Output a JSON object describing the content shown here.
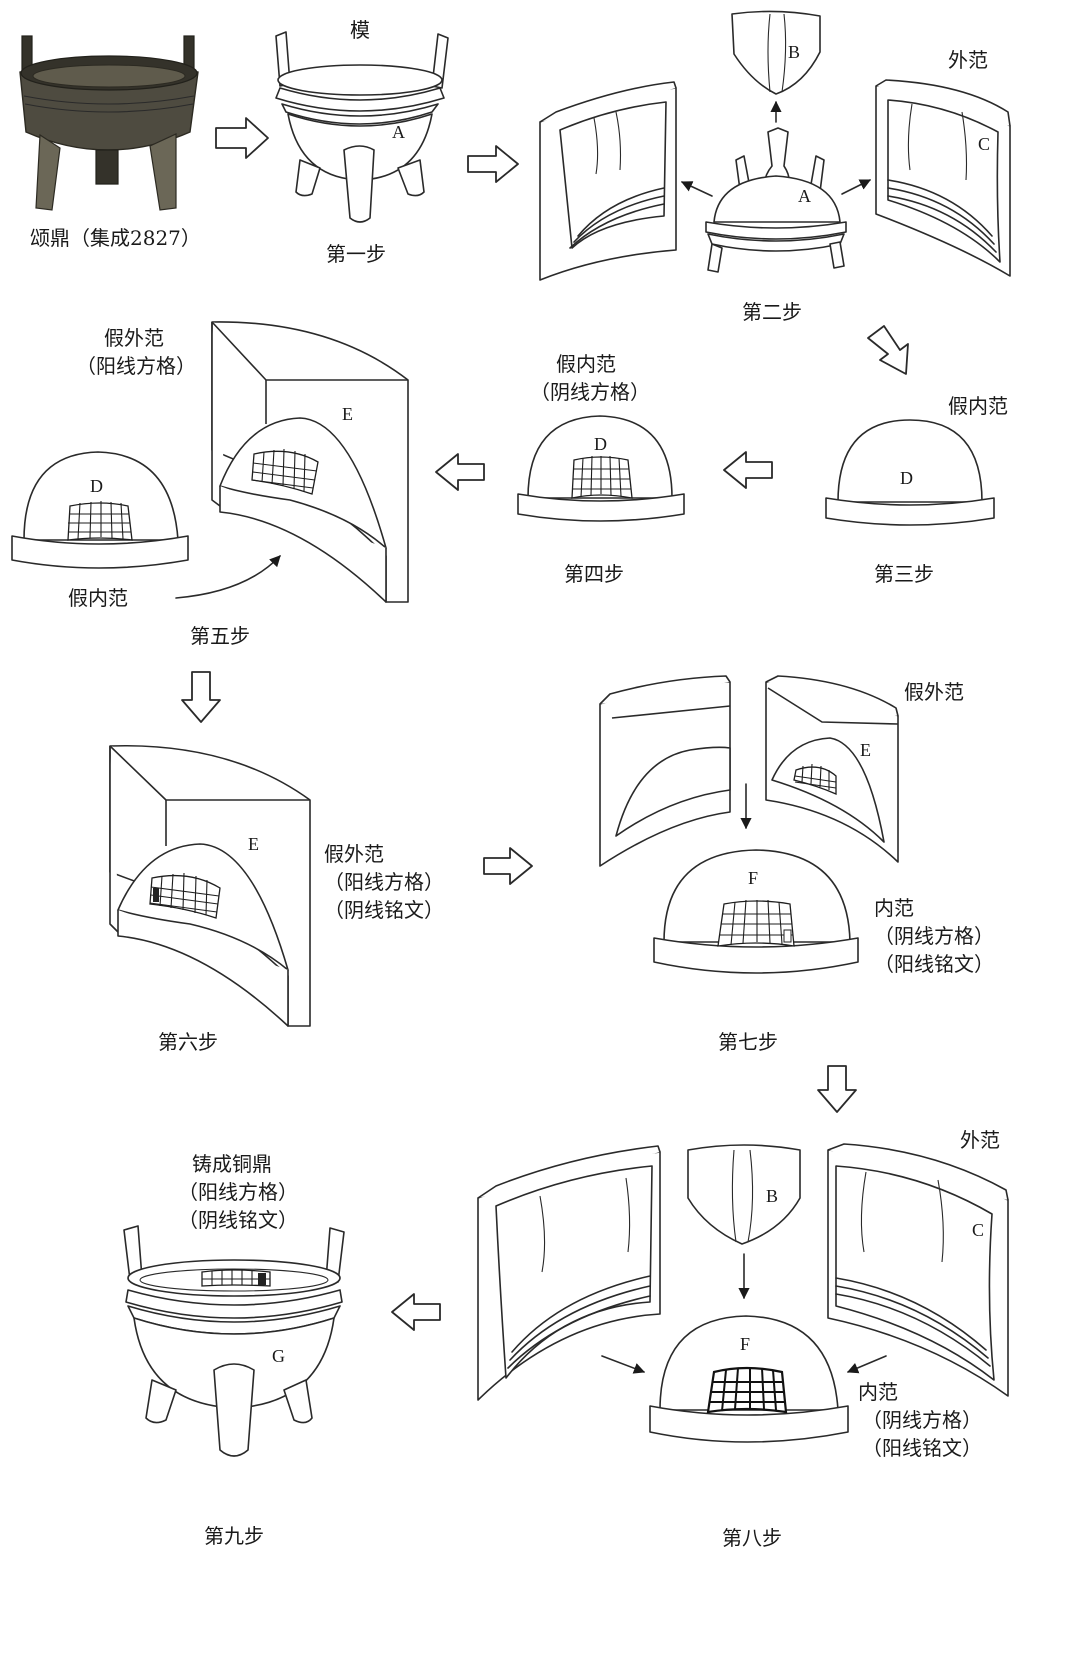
{
  "labels": {
    "photo_caption": "颂鼎（集成2827）",
    "step1_mo": "模",
    "step1": "第一步",
    "step2_outer": "外范",
    "step2": "第二步",
    "step3_fake_inner": "假内范",
    "step3": "第三步",
    "step4_fake_inner": "假内范",
    "step4_sub": "（阴线方格）",
    "step4": "第四步",
    "step5_fake_outer": "假外范",
    "step5_sub": "（阳线方格）",
    "step5_fake_inner": "假内范",
    "step5": "第五步",
    "step6_fake_outer": "假外范",
    "step6_sub1": "（阳线方格）",
    "step6_sub2": "（阴线铭文）",
    "step6": "第六步",
    "step7_fake_outer": "假外范",
    "step7_inner": "内范",
    "step7_sub1": "（阴线方格）",
    "step7_sub2": "（阳线铭文）",
    "step7": "第七步",
    "step8_outer": "外范",
    "step8_inner": "内范",
    "step8_sub1": "（阴线方格）",
    "step8_sub2": "（阳线铭文）",
    "step8": "第八步",
    "step9_cast": "铸成铜鼎",
    "step9_sub1": "（阳线方格）",
    "step9_sub2": "（阴线铭文）",
    "step9": "第九步"
  },
  "letters": {
    "a": "A",
    "b": "B",
    "c": "C",
    "d": "D",
    "e": "E",
    "f": "F",
    "g": "G"
  }
}
